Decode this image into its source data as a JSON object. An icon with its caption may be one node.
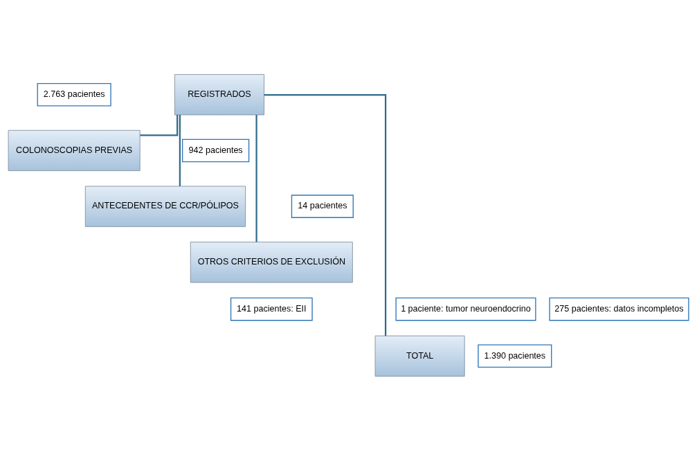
{
  "diagram": {
    "nodes": [
      {
        "text": [
          "REGISTRADOS"
        ]
      },
      {
        "text": [
          "2.763 pacientes"
        ]
      },
      {
        "text": [
          "COLONOSCOPIAS PREVIAS"
        ]
      },
      {
        "text": [
          "942 pacientes"
        ]
      },
      {
        "text": [
          "ANTECEDENTES DE CCR/PÓLIPOS"
        ]
      },
      {
        "text": [
          "14 pacientes"
        ]
      },
      {
        "text": [
          "OTROS CRITERIOS DE EXCLUSIÓN"
        ]
      },
      {
        "text": [
          "141 pacientes: EII"
        ]
      },
      {
        "text": [
          "275 pacientes: datos incompletos"
        ]
      },
      {
        "text": [
          "1 paciente: tumor neuroendocrino"
        ]
      },
      {
        "text": [
          "TOTAL"
        ]
      },
      {
        "text": [
          "1.390 pacientes"
        ]
      }
    ],
    "edges": [
      {
        "from": 0,
        "to": 2,
        "arrow": "none"
      },
      {
        "from": 0,
        "to": 4,
        "arrow": "none"
      },
      {
        "from": 0,
        "to": 6,
        "arrow": "none"
      },
      {
        "from": 0,
        "to": 10,
        "arrow": "none"
      }
    ]
  }
}
